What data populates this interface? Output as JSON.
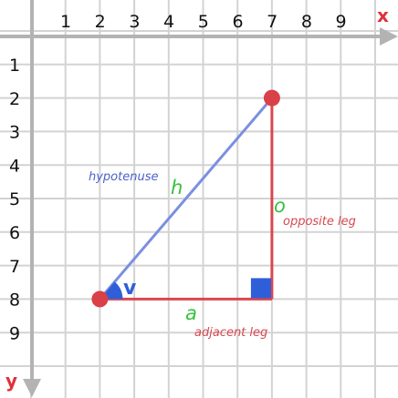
{
  "axes": {
    "x_name": "x",
    "y_name": "y",
    "x_ticks": [
      "1",
      "2",
      "3",
      "4",
      "5",
      "6",
      "7",
      "8",
      "9"
    ],
    "y_ticks": [
      "1",
      "2",
      "3",
      "4",
      "5",
      "6",
      "7",
      "8",
      "9"
    ]
  },
  "labels": {
    "hypotenuse": "hypotenuse",
    "h": "h",
    "o": "o",
    "opposite_leg": "opposite leg",
    "a": "a",
    "adjacent_leg": "adjacent leg",
    "angle": "v"
  },
  "points": [
    {
      "x": 2,
      "y": 8
    },
    {
      "x": 7,
      "y": 2
    }
  ],
  "colors": {
    "grid": "#d3d3d3",
    "axis": "#b3b3b3",
    "axis_name": "#e0303a",
    "hypotenuse": "#7b8fe0",
    "hypotenuse_label": "#4a62c8",
    "legs": "#d9474f",
    "leg_letters": "#36c23e",
    "points": "#d94048",
    "angle_marks": "#2f5fd8"
  }
}
